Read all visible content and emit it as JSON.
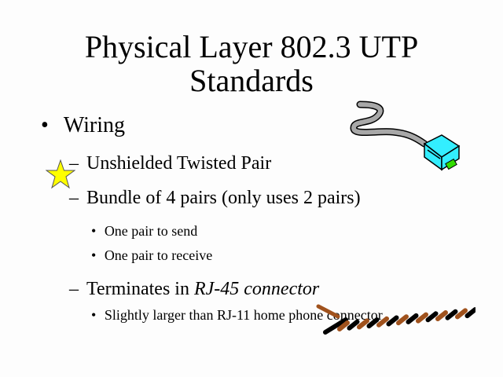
{
  "slide": {
    "title_line1": "Physical Layer 802.3 UTP",
    "title_line2": "Standards",
    "bullets": [
      {
        "marker": "•",
        "text": "Wiring"
      },
      {
        "marker": "–",
        "text": "Unshielded Twisted Pair"
      },
      {
        "marker": "–",
        "text": "Bundle of 4 pairs (only uses 2 pairs)"
      },
      {
        "marker": "•",
        "text": "One pair to send"
      },
      {
        "marker": "•",
        "text": "One pair to receive"
      },
      {
        "marker": "–",
        "text_plain": "Terminates in ",
        "text_italic": "RJ-45 connector"
      },
      {
        "marker": "•",
        "text": "Slightly larger than RJ-11 home phone connector"
      }
    ]
  },
  "colors": {
    "star": "#ffff00",
    "plug": "#33eeff",
    "cable": "#a8a8a8",
    "wire_brown": "#a0521d",
    "clip": "#33dd00"
  }
}
